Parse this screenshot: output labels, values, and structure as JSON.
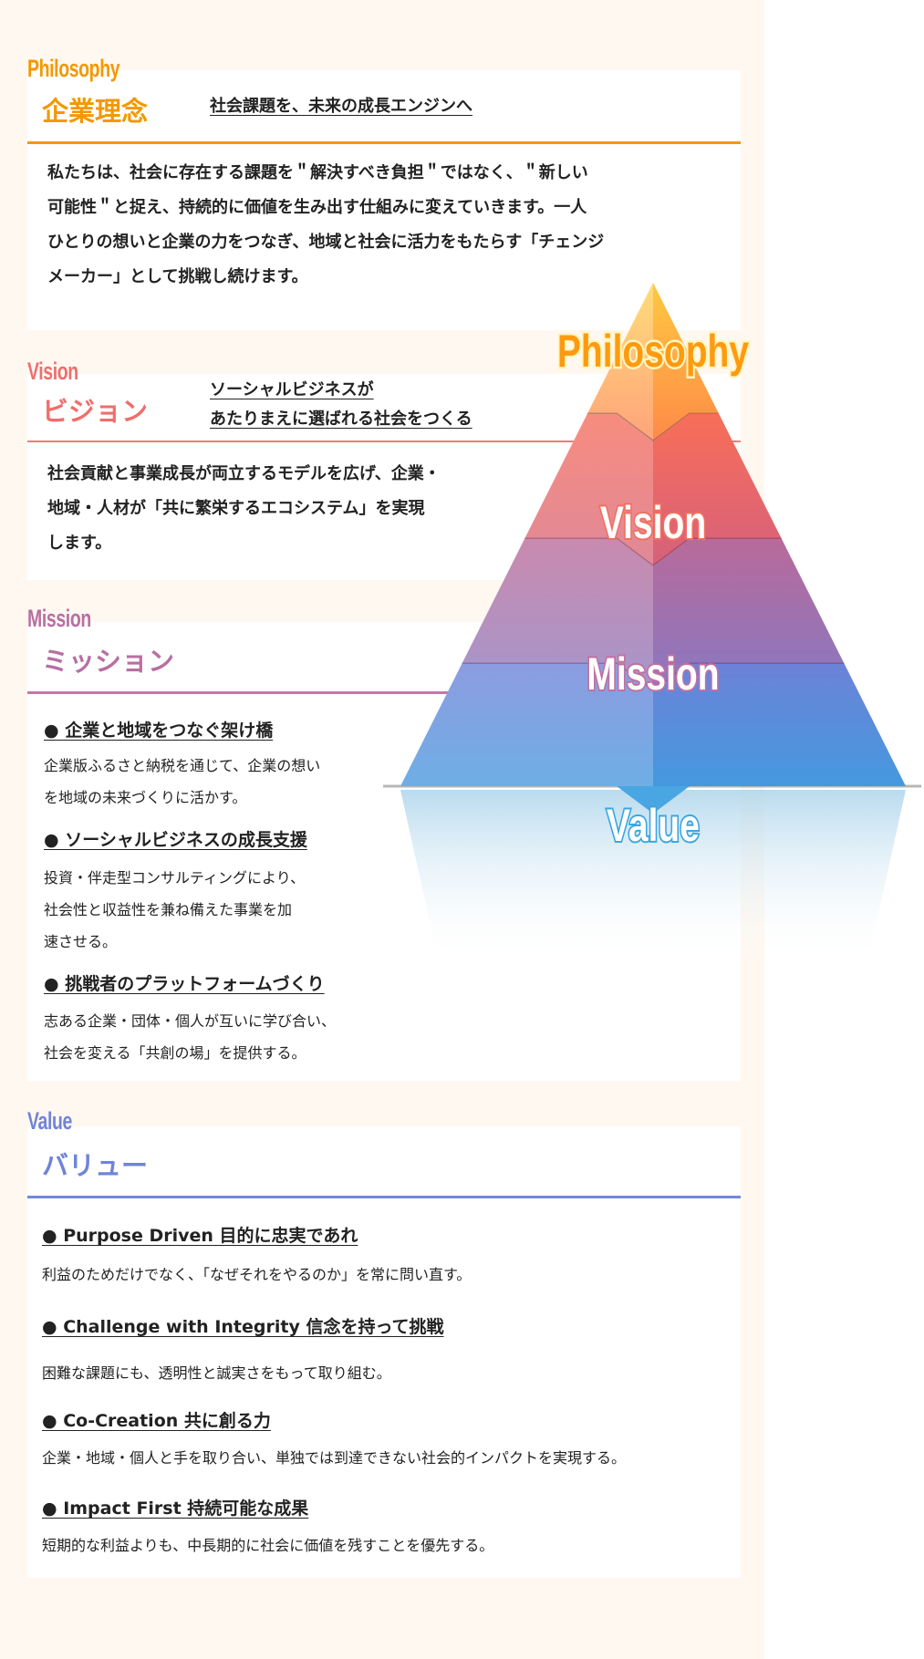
{
  "philosophy": {
    "label_en": "Philosophy",
    "title": "企業理念",
    "subtitle": "社会課題を、未来の成長エンジンへ",
    "color": "#f39800",
    "body": [
      "私たちは、社会に存在する課題を＂解決すべき負担＂ではなく、＂新しい",
      "可能性＂と捉え、持続的に価値を生み出す仕組みに変えていきます。一人",
      "ひとりの想いと企業の力をつなぎ、地域と社会に活力をもたらす「チェンジ",
      "メーカー」として挑戦し続けます。"
    ]
  },
  "vision": {
    "label_en": "Vision",
    "title": "ビジョン",
    "subtitle": [
      "ソーシャルビジネスが",
      "あたりまえに選ばれる社会をつくる"
    ],
    "color": "#ef6e6c",
    "body": [
      "社会貢献と事業成長が両立するモデルを広げ、企業・",
      "地域・人材が「共に繁栄するエコシステム」を実現",
      "します。"
    ]
  },
  "mission": {
    "label_en": "Mission",
    "title": "ミッション",
    "color": "#b86fa2",
    "items": [
      {
        "heading": "● 企業と地域をつなぐ架け橋",
        "body": [
          "企業版ふるさと納税を通じて、企業の想い",
          "を地域の未来づくりに活かす。"
        ]
      },
      {
        "heading": "● ソーシャルビジネスの成長支援",
        "body": [
          "投資・伴走型コンサルティングにより、",
          "社会性と収益性を兼ね備えた事業を加",
          "速させる。"
        ]
      },
      {
        "heading": "● 挑戦者のプラットフォームづくり",
        "body": [
          "志ある企業・団体・個人が互いに学び合い、",
          "社会を変える「共創の場」を提供する。"
        ]
      }
    ]
  },
  "value": {
    "label_en": "Value",
    "title": "バリュー",
    "color": "#6f84d8",
    "items": [
      {
        "heading": "● Purpose Driven 目的に忠実であれ",
        "body": "利益のためだけでなく、「なぜそれをやるのか」を常に問い直す。"
      },
      {
        "heading": "● Challenge with Integrity 信念を持って挑戦",
        "body": "困難な課題にも、透明性と誠実さをもって取り組む。"
      },
      {
        "heading": "● Co-Creation 共に創る力",
        "body": "企業・地域・個人と手を取り合い、単独では到達できない社会的インパクトを実現する。"
      },
      {
        "heading": "● Impact First 持続可能な成果",
        "body": "短期的な利益よりも、中長期的に社会に価値を残すことを優先する。"
      }
    ]
  },
  "pyramid": {
    "levels": [
      "Philosophy",
      "Vision",
      "Mission",
      "Value"
    ]
  }
}
